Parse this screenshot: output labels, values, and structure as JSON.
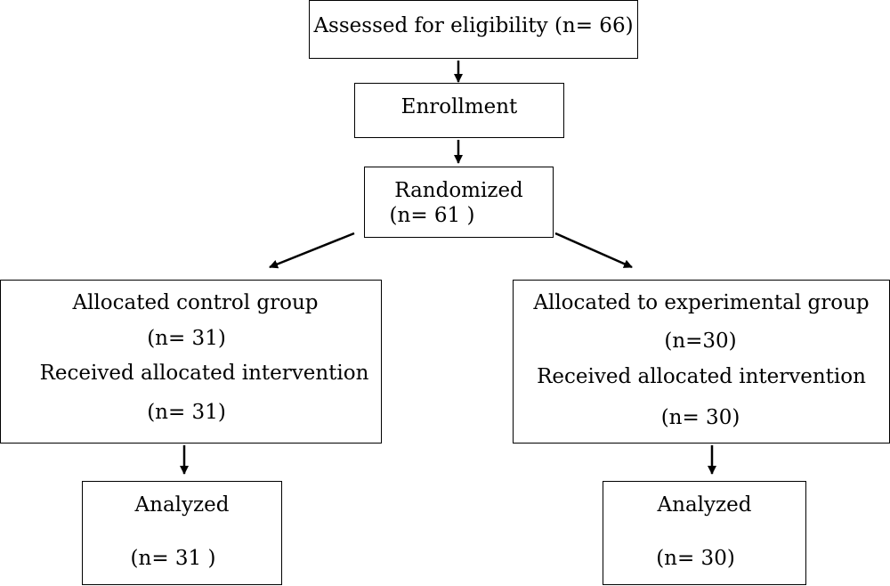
{
  "nodes": {
    "eligibility": {
      "label": "Assessed for eligibility",
      "count": "(n= 66)"
    },
    "enrollment": {
      "label": "Enrollment"
    },
    "randomized": {
      "label": "Randomized",
      "count": "(n= 61 )"
    },
    "control_group": {
      "label": "Allocated control group",
      "count": "(n= 31)",
      "intervention_label": "Received allocated intervention",
      "intervention_count": "(n= 31)"
    },
    "experimental_group": {
      "label": "Allocated to experimental group",
      "count": "(n=30)",
      "intervention_label": "Received allocated intervention",
      "intervention_count": "(n= 30)"
    },
    "control_analyzed": {
      "label": "Analyzed",
      "count": "(n= 31 )"
    },
    "experimental_analyzed": {
      "label": "Analyzed",
      "count": "(n= 30)"
    }
  },
  "colors": {
    "stroke": "#000000",
    "background": "#ffffff"
  }
}
